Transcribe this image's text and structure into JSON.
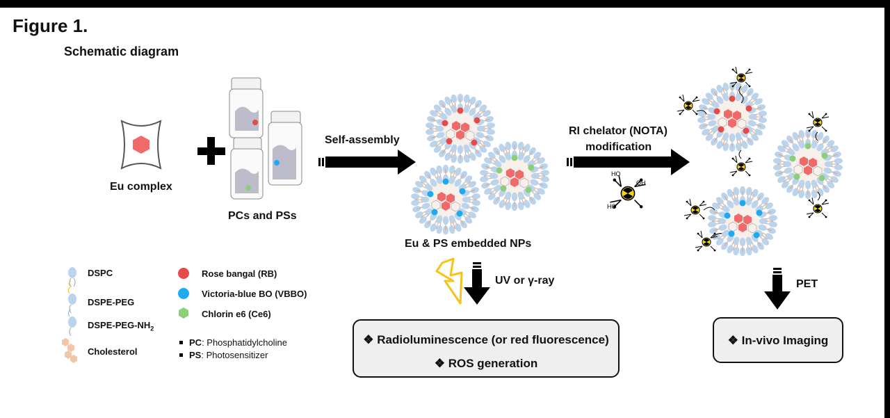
{
  "figure": {
    "title": "Figure 1.",
    "subtitle": "Schematic diagram"
  },
  "labels": {
    "eu_complex": "Eu complex",
    "pcs_pss": "PCs and PSs",
    "self_assembly": "Self-assembly",
    "nps": "Eu & PS embedded NPs",
    "chelator_line1": "RI chelator (NOTA)",
    "chelator_line2": "modification",
    "uv": "UV or γ-ray",
    "pet": "PET"
  },
  "legend": {
    "lipids": [
      {
        "label": "DSPC"
      },
      {
        "label": "DSPE-PEG"
      },
      {
        "label": "DSPE-PEG-NH",
        "sub": "2"
      },
      {
        "label": "Cholesterol"
      }
    ],
    "dyes": [
      {
        "label": "Rose bangal (RB)",
        "color": "#e84a4a"
      },
      {
        "label": "Victoria-blue BO (VBBO)",
        "color": "#1eaaf0"
      },
      {
        "label": "Chlorin e6 (Ce6)",
        "color": "#8ccf7a"
      }
    ],
    "abbreviations": [
      {
        "key": "PC",
        "text": ": Phosphatidylcholine"
      },
      {
        "key": "PS",
        "text": ": Photosensitizer"
      }
    ]
  },
  "outcomes": {
    "therapy": [
      "Radioluminescence (or red fluorescence)",
      "ROS generation"
    ],
    "imaging": "In-vivo Imaging",
    "bullet": "❖"
  },
  "colors": {
    "lipid_head": "#bcd3ec",
    "cholesterol": "#f3c6a8",
    "eu_red": "#f06a6a",
    "arrow": "#000000",
    "lightning": "#f6c418"
  }
}
